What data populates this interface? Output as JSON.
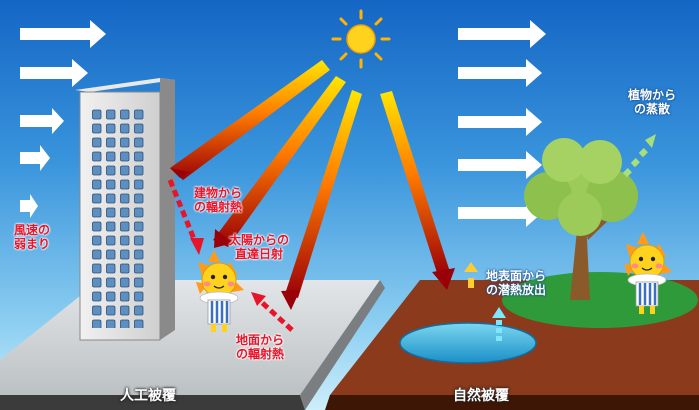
{
  "labels": {
    "wind_weak": "風速の\n弱まり",
    "building_radiation": "建物から\nの輻射熱",
    "direct_sunlight": "太陽からの\n直達日射",
    "ground_radiation": "地面から\nの輻射熱",
    "plant_transpiration": "植物から\nの蒸散",
    "latent_heat": "地表面から\nの潜熱放出",
    "artificial_cover": "人工被覆",
    "natural_cover": "自然被覆"
  },
  "colors": {
    "sky_top": "#1466c4",
    "sky_bottom": "#cdeefa",
    "concrete": "#cfd3d6",
    "soil": "#8b3a1c",
    "label_red": "#e8142a",
    "sun": "#ffcc00"
  }
}
